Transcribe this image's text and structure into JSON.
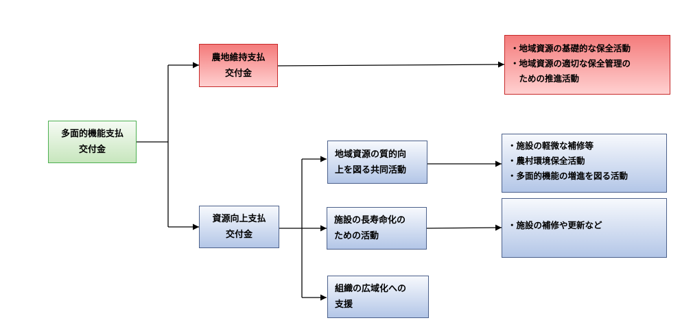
{
  "root": {
    "label": "多面的機能支払\n交付金"
  },
  "farmland": {
    "label": "農地維持支払\n交付金",
    "items": [
      "地域資源の基礎的な保全活動",
      "地域資源の適切な保全管理の",
      "ための推進活動"
    ]
  },
  "improvement": {
    "label": "資源向上支払\n交付金",
    "branches": [
      {
        "label": "地域資源の質的向\n上を図る共同活動"
      },
      {
        "label": "施設の長寿命化の\nための活動"
      },
      {
        "label": "組織の広域化への\n支援"
      }
    ],
    "quality_items": [
      "施設の軽微な補修等",
      "農村環境保全活動",
      "多面的機能の増進を図る活動"
    ],
    "longevity_items": [
      "施設の補修や更新など"
    ]
  }
}
